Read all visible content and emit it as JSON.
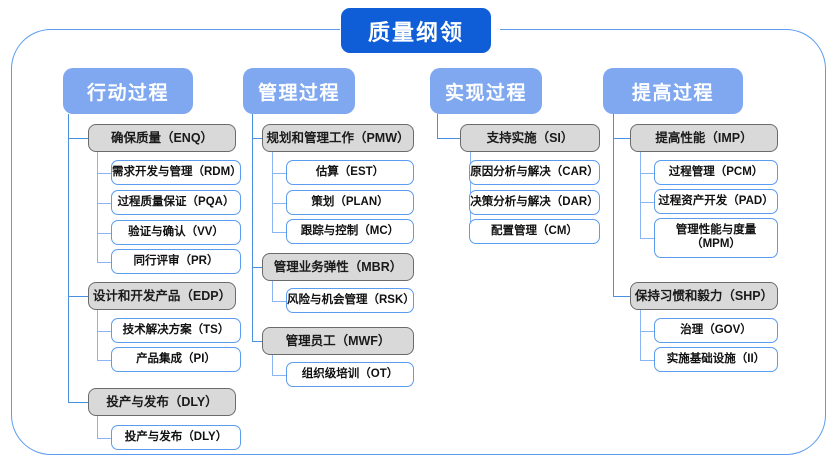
{
  "root": {
    "title": "质量纲领"
  },
  "columns": [
    {
      "id": "col-action",
      "header": "行动过程",
      "groups": [
        {
          "title": "确保质量（ENQ）",
          "items": [
            "需求开发与管理（RDM）",
            "过程质量保证（PQA）",
            "验证与确认（VV）",
            "同行评审（PR）"
          ]
        },
        {
          "title": "设计和开发产品（EDP）",
          "items": [
            "技术解决方案（TS）",
            "产品集成（PI）"
          ]
        },
        {
          "title": "投产与发布（DLY）",
          "items": [
            "投产与发布（DLY）"
          ]
        }
      ]
    },
    {
      "id": "col-manage",
      "header": "管理过程",
      "groups": [
        {
          "title": "规划和管理工作（PMW）",
          "items": [
            "估算（EST）",
            "策划（PLAN）",
            "跟踪与控制（MC）"
          ]
        },
        {
          "title": "管理业务弹性（MBR）",
          "items": [
            "风险与机会管理（RSK）"
          ]
        },
        {
          "title": "管理员工（MWF）",
          "items": [
            "组织级培训（OT）"
          ]
        }
      ]
    },
    {
      "id": "col-realize",
      "header": "实现过程",
      "groups": [
        {
          "title": "支持实施（SI）",
          "items": [
            "原因分析与解决（CAR）",
            "决策分析与解决（DAR）",
            "配置管理（CM）"
          ]
        }
      ]
    },
    {
      "id": "col-improve",
      "header": "提高过程",
      "groups": [
        {
          "title": "提高性能（IMP）",
          "items": [
            "过程管理（PCM）",
            "过程资产开发（PAD）",
            "管理性能与度量（MPM）"
          ]
        },
        {
          "title": "保持习惯和毅力（SHP）",
          "items": [
            "治理（GOV）",
            "实施基础设施（II）"
          ]
        }
      ]
    }
  ],
  "colors": {
    "root_blue": "#0f5ed7",
    "header_blue": "#7fa8f0",
    "group_gray": "#d9d9d9",
    "group_border": "#6b6b6b",
    "leaf_border": "#5b9bf0",
    "connector": "#8ab4f3",
    "frame": "#5b9bf0"
  }
}
